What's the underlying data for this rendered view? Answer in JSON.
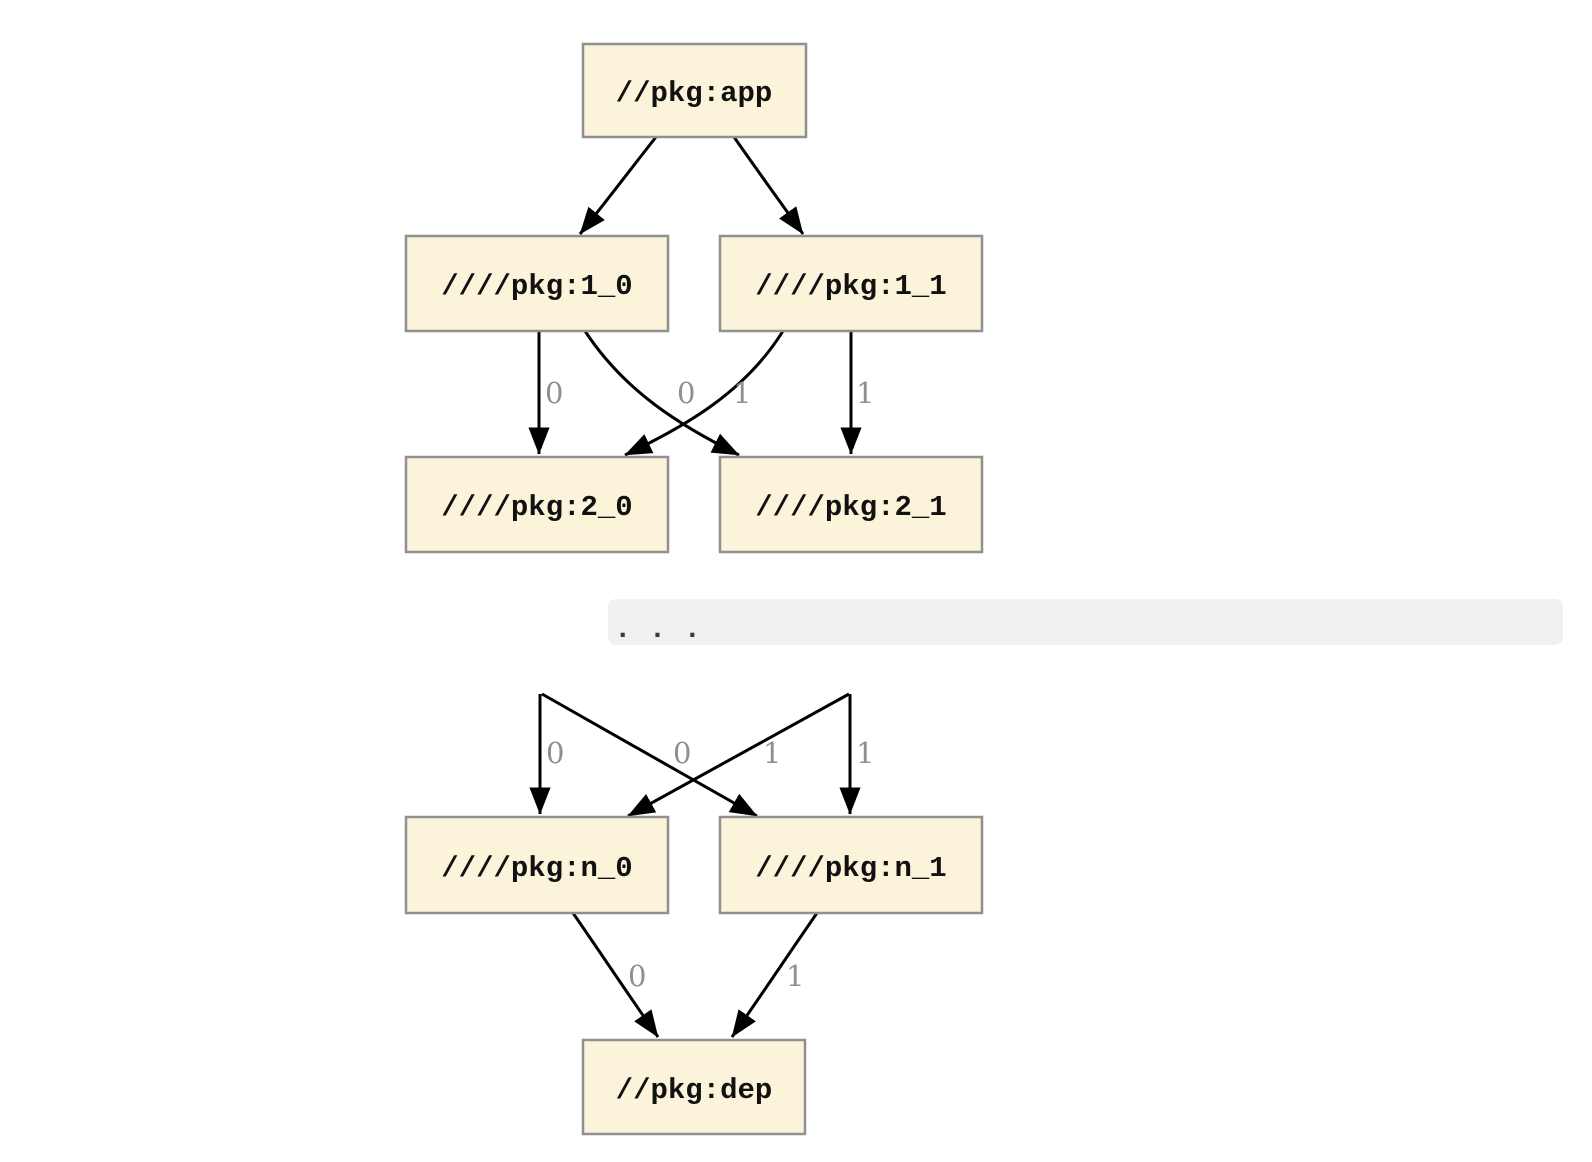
{
  "colors": {
    "background": "#ffffff",
    "node_fill": "#fbf4db",
    "node_border": "#909090",
    "edge_line": "#000000",
    "edge_label": "#8f8f8f",
    "ellipsis_bg": "#f1f1f1",
    "ellipsis_text": "#3c3c3c"
  },
  "graph": {
    "type": "directed-dependency-graph",
    "nodes": [
      {
        "id": "app",
        "label": "//pkg:app"
      },
      {
        "id": "1_0",
        "label": "////pkg:1_0"
      },
      {
        "id": "1_1",
        "label": "////pkg:1_1"
      },
      {
        "id": "2_0",
        "label": "////pkg:2_0"
      },
      {
        "id": "2_1",
        "label": "////pkg:2_1"
      },
      {
        "id": "n_0",
        "label": "////pkg:n_0"
      },
      {
        "id": "n_1",
        "label": "////pkg:n_1"
      },
      {
        "id": "dep",
        "label": "//pkg:dep"
      }
    ],
    "ellipsis": ". . .",
    "edges": [
      {
        "from": "app",
        "to": "1_0",
        "label": ""
      },
      {
        "from": "app",
        "to": "1_1",
        "label": ""
      },
      {
        "from": "1_0",
        "to": "2_0",
        "label": "0"
      },
      {
        "from": "1_0",
        "to": "2_1",
        "label": "1"
      },
      {
        "from": "1_1",
        "to": "2_0",
        "label": "0"
      },
      {
        "from": "1_1",
        "to": "2_1",
        "label": "1"
      },
      {
        "from": "…",
        "to": "n_0",
        "label": "0"
      },
      {
        "from": "…",
        "to": "n_1",
        "label": "1"
      },
      {
        "from": "…",
        "to": "n_0",
        "label": "0"
      },
      {
        "from": "…",
        "to": "n_1",
        "label": "1"
      },
      {
        "from": "n_0",
        "to": "dep",
        "label": "0"
      },
      {
        "from": "n_1",
        "to": "dep",
        "label": "1"
      }
    ]
  }
}
